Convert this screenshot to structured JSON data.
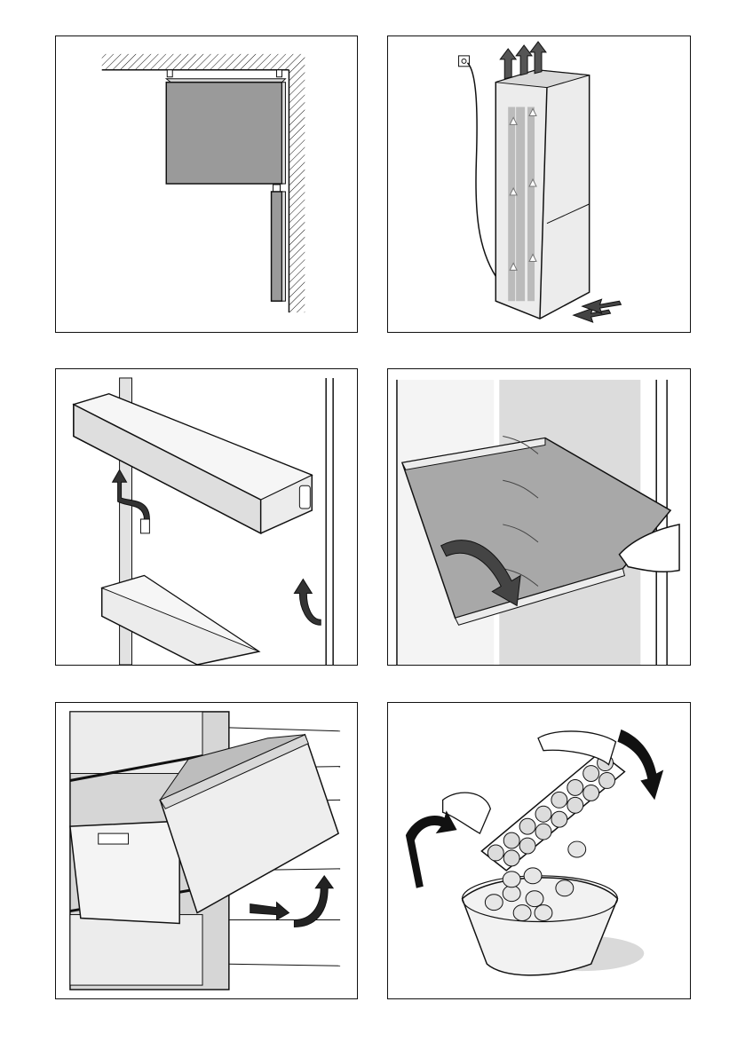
{
  "document": {
    "panels": [
      {
        "id": "installation-clearance",
        "label": ""
      },
      {
        "id": "ventilation-airflow",
        "label": ""
      },
      {
        "id": "remove-door-shelves",
        "label": ""
      },
      {
        "id": "remove-glass-shelf",
        "label": ""
      },
      {
        "id": "remove-freezer-drawer",
        "label": ""
      },
      {
        "id": "empty-ice-tray",
        "label": ""
      }
    ]
  },
  "colors": {
    "line": "#111111",
    "fill_gray": "#9a9a9a",
    "fill_light": "#d9d9d9",
    "fill_pale": "#ececec",
    "arrow": "#2a2a2a"
  }
}
